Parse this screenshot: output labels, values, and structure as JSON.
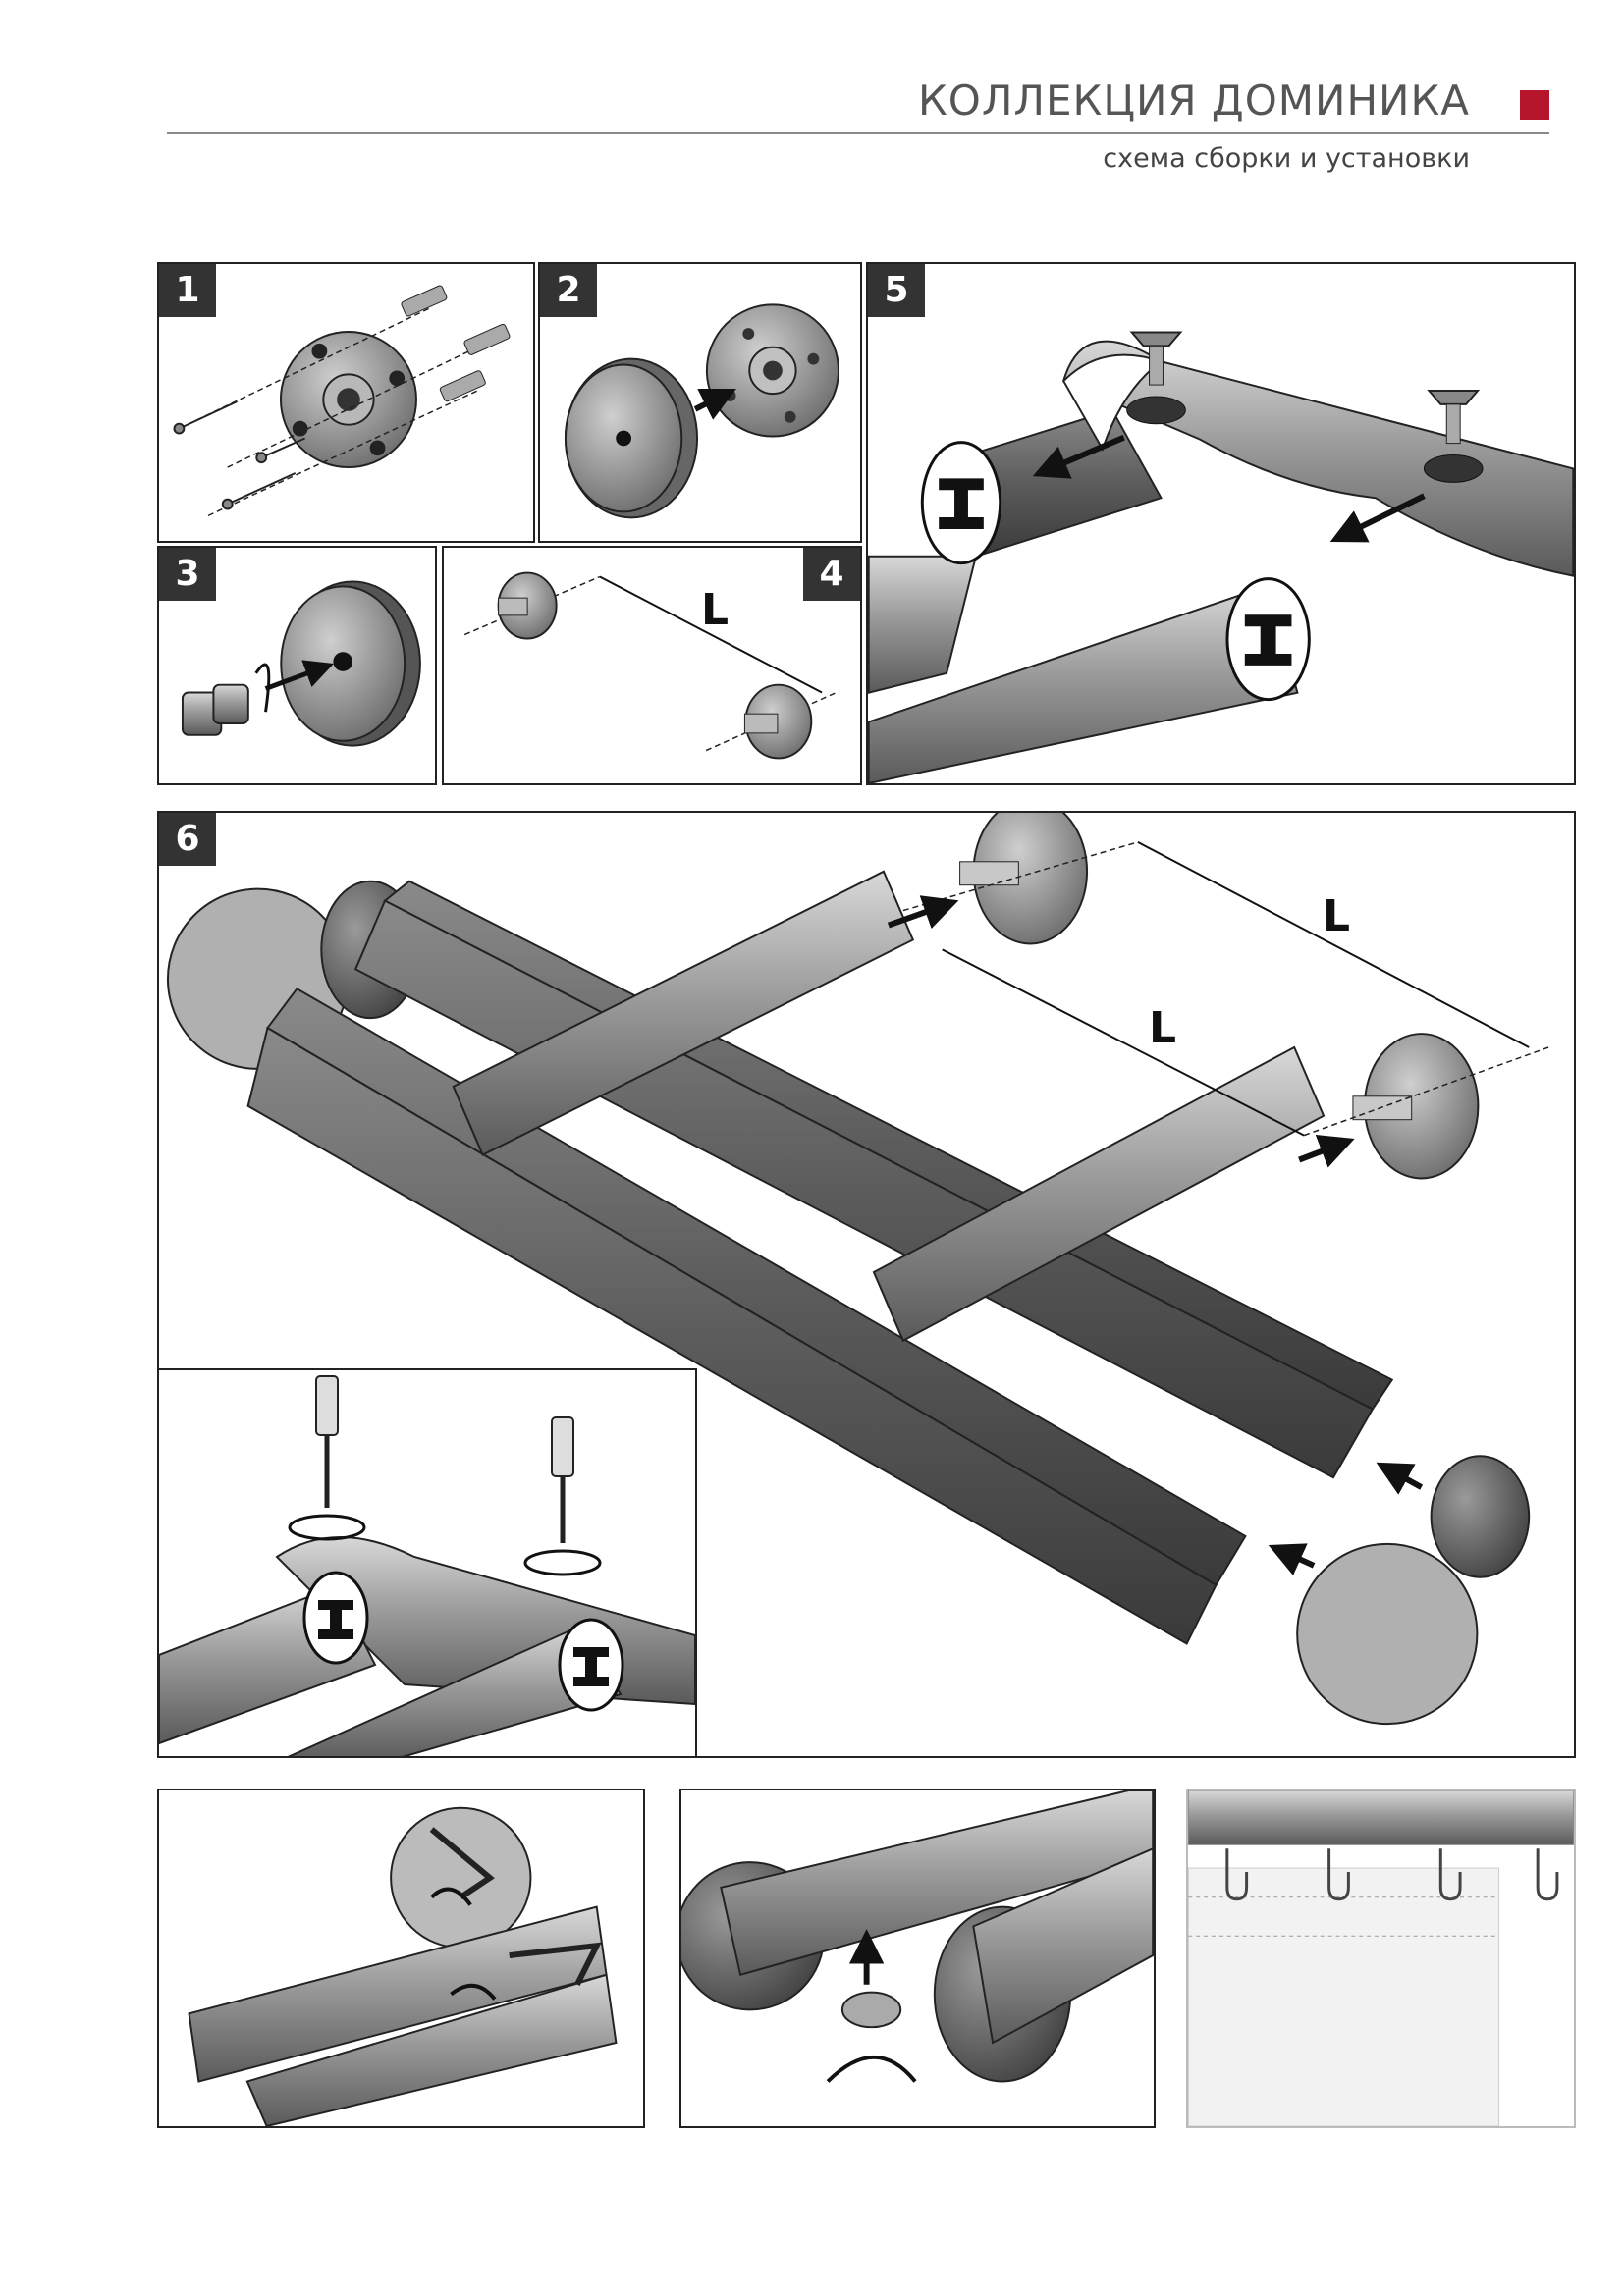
{
  "header": {
    "title": "КОЛЛЕКЦИЯ ДОМИНИКА",
    "subtitle": "схема сборки и установки",
    "accent_color": "#b5162b"
  },
  "steps": {
    "s1": "1",
    "s2": "2",
    "s3": "3",
    "s4": "4",
    "s5": "5",
    "s6": "6"
  },
  "dimension_label": "L",
  "icons": [
    "wall-plug-icon",
    "screw-icon",
    "bracket-icon",
    "end-cap-icon",
    "screwdriver-icon",
    "hex-key-icon",
    "curtain-hook-icon",
    "rotate-arrow-icon",
    "insert-arrow-icon"
  ]
}
